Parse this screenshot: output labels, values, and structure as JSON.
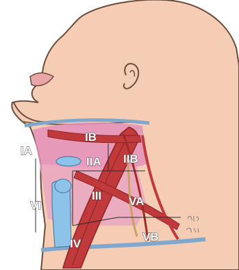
{
  "figure": {
    "levels": [
      {
        "id": "IA",
        "text": "IA"
      },
      {
        "id": "IB",
        "text": "IB"
      },
      {
        "id": "IIA",
        "text": "IIA"
      },
      {
        "id": "IIB",
        "text": "IIB"
      },
      {
        "id": "III",
        "text": "III"
      },
      {
        "id": "VA",
        "text": "VA"
      },
      {
        "id": "VI",
        "text": "VI"
      },
      {
        "id": "VB",
        "text": "VB"
      },
      {
        "id": "IV",
        "text": "IV"
      }
    ],
    "colors": {
      "skin": "#f4cdb4",
      "outline": "#6b4a3a",
      "muscle": "#c0393b",
      "muscle_dark": "#8e2224",
      "gland_pink": "#e38fb8",
      "trachea_blue": "#8dc3e8",
      "border_blue": "#7fa8cc",
      "nerve_tan": "#c9a063"
    }
  }
}
